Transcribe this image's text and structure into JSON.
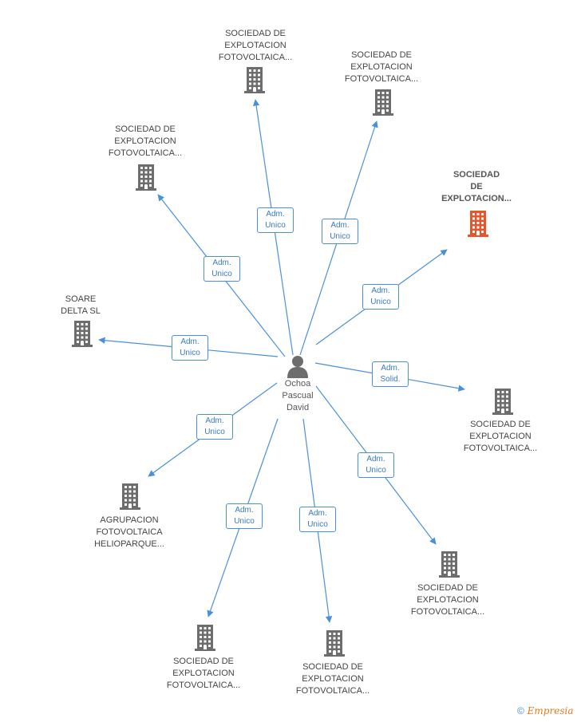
{
  "colors": {
    "edge": "#4a90d9",
    "building": "#6d6d6d",
    "building_highlight": "#e8542c",
    "person": "#6d6d6d"
  },
  "center": {
    "name": "Ochoa\nPascual\nDavid",
    "icon": "person-icon"
  },
  "nodes": [
    {
      "id": "n1",
      "label": "SOCIEDAD DE\nEXPLOTACION\nFOTOVOLTAICA...",
      "role": "Adm.\nUnico",
      "highlight": false,
      "icon": "building-icon"
    },
    {
      "id": "n2",
      "label": "SOCIEDAD DE\nEXPLOTACION\nFOTOVOLTAICA...",
      "role": "Adm.\nUnico",
      "highlight": false,
      "icon": "building-icon"
    },
    {
      "id": "n3",
      "label": "SOCIEDAD DE\nEXPLOTACION\nFOTOVOLTAICA...",
      "role": "Adm.\nUnico",
      "highlight": false,
      "icon": "building-icon"
    },
    {
      "id": "n4",
      "label": "SOCIEDAD\nDE\nEXPLOTACION...",
      "role": "Adm.\nUnico",
      "highlight": true,
      "icon": "building-icon"
    },
    {
      "id": "n5",
      "label": "SOARE\nDELTA SL",
      "role": "Adm.\nUnico",
      "highlight": false,
      "icon": "building-icon"
    },
    {
      "id": "n6",
      "label": "SOCIEDAD DE\nEXPLOTACION\nFOTOVOLTAICA...",
      "role": "Adm.\nSolid.",
      "highlight": false,
      "icon": "building-icon"
    },
    {
      "id": "n7",
      "label": "AGRUPACION\nFOTOVOLTAICA\nHELIOPARQUE...",
      "role": "Adm.\nUnico",
      "highlight": false,
      "icon": "building-icon"
    },
    {
      "id": "n8",
      "label": "SOCIEDAD DE\nEXPLOTACION\nFOTOVOLTAICA...",
      "role": "Adm.\nUnico",
      "highlight": false,
      "icon": "building-icon"
    },
    {
      "id": "n9",
      "label": "SOCIEDAD DE\nEXPLOTACION\nFOTOVOLTAICA...",
      "role": "Adm.\nUnico",
      "highlight": false,
      "icon": "building-icon"
    },
    {
      "id": "n10",
      "label": "SOCIEDAD DE\nEXPLOTACION\nFOTOVOLTAICA...",
      "role": "Adm.\nUnico",
      "highlight": false,
      "icon": "building-icon"
    }
  ],
  "watermark": {
    "symbol": "©",
    "brand": "Empresia"
  }
}
